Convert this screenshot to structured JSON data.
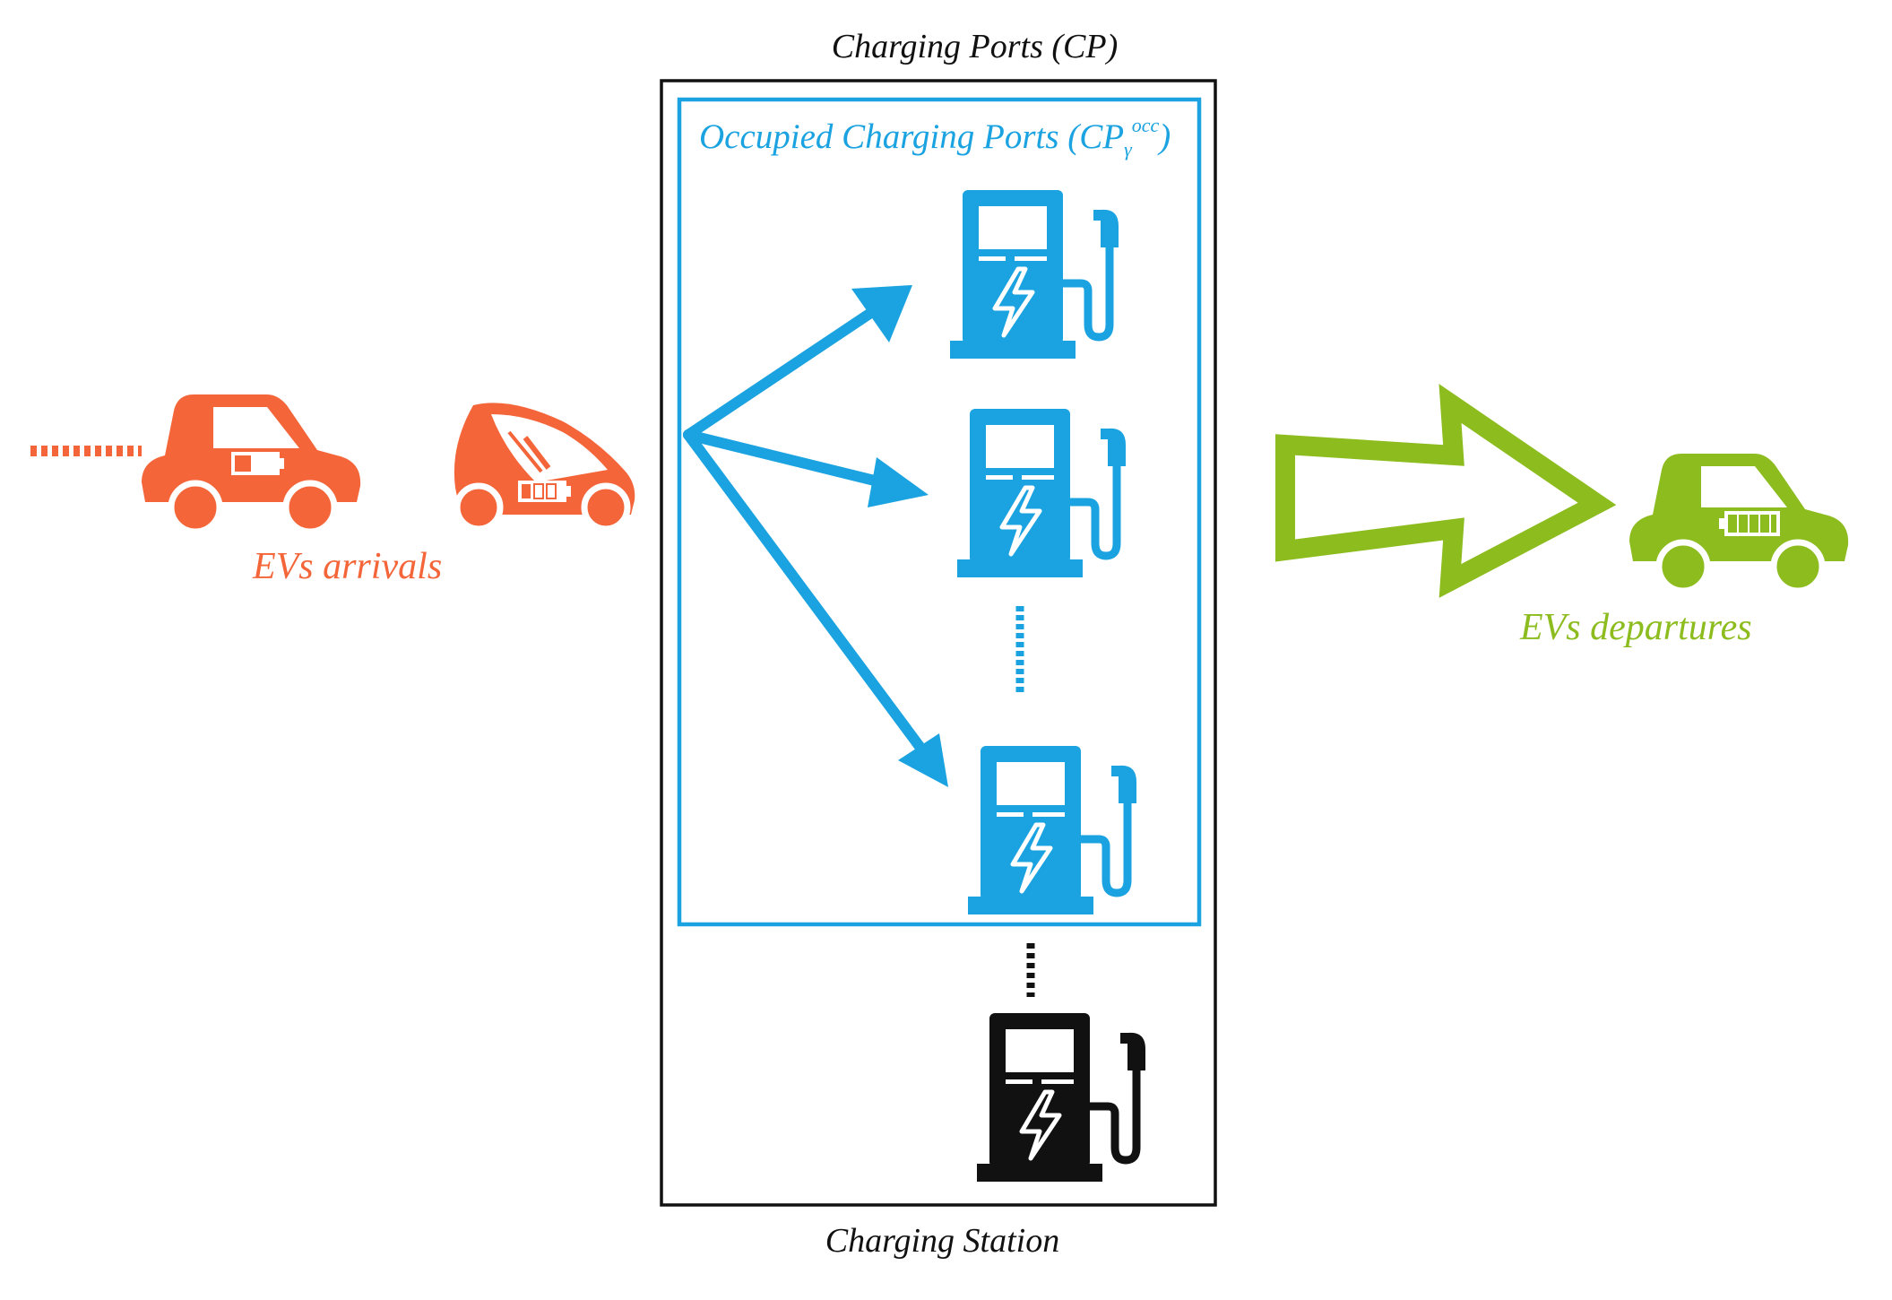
{
  "labels": {
    "charging_ports": "Charging Ports (CP)",
    "occupied_prefix": "Occupied Charging Ports (CP",
    "occupied_sub": "γ",
    "occupied_sup": "occ",
    "occupied_suffix": ")",
    "charging_station": "Charging Station",
    "arrivals": "EVs arrivals",
    "departures": "EVs departures"
  },
  "colors": {
    "arrival": "#f4663a",
    "occupied": "#1aa3e0",
    "departure": "#8cbc1e",
    "idle": "#111111"
  },
  "icons": [
    "car-icon",
    "charger-icon",
    "arrow-icon"
  ]
}
